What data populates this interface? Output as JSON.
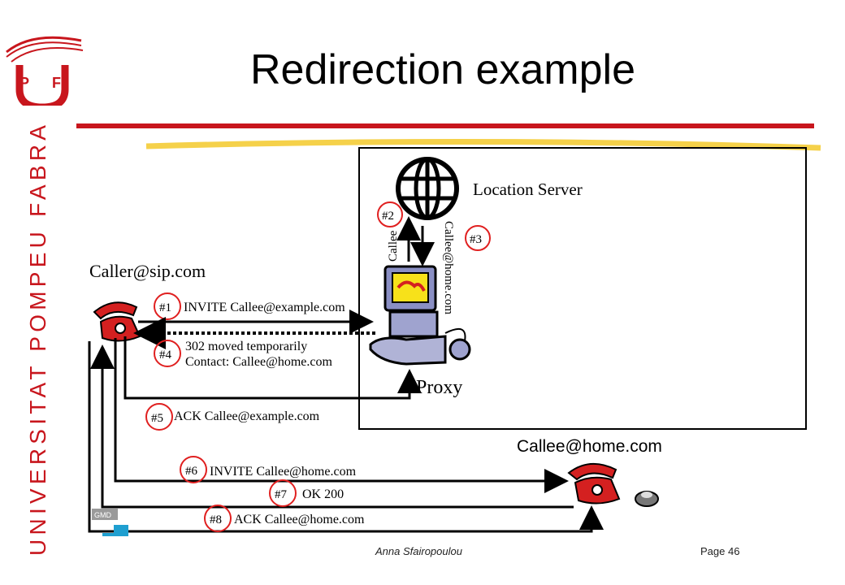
{
  "slide": {
    "title": "Redirection example",
    "university": "UNIVERSITAT POMPEU FABRA",
    "logo_text": "UPF",
    "gmd_badge": "GMD",
    "footer_author": "Anna Sfairopoulou",
    "footer_page": "Page 46"
  },
  "diagram": {
    "location_server": "Location Server",
    "proxy": "Proxy",
    "caller": "Caller@sip.com",
    "callee": "Callee@home.com",
    "query_label": "Callee",
    "response_label": "Callee@home.com",
    "steps": {
      "s1": {
        "tag": "#1",
        "text": "INVITE Callee@example.com"
      },
      "s2": {
        "tag": "#2"
      },
      "s3": {
        "tag": "#3"
      },
      "s4": {
        "tag": "#4",
        "line1": "302 moved temporarily",
        "line2": "Contact: Callee@home.com"
      },
      "s5": {
        "tag": "#5",
        "text": "ACK Callee@example.com"
      },
      "s6": {
        "tag": "#6",
        "text": "INVITE Callee@home.com"
      },
      "s7": {
        "tag": "#7",
        "text": "OK 200"
      },
      "s8": {
        "tag": "#8",
        "text": "ACK Callee@home.com"
      }
    }
  },
  "colors": {
    "accent_red": "#c8161d",
    "circle_red": "#e02020",
    "phone_red": "#d42020",
    "highlight_yellow": "#f3c92a"
  }
}
